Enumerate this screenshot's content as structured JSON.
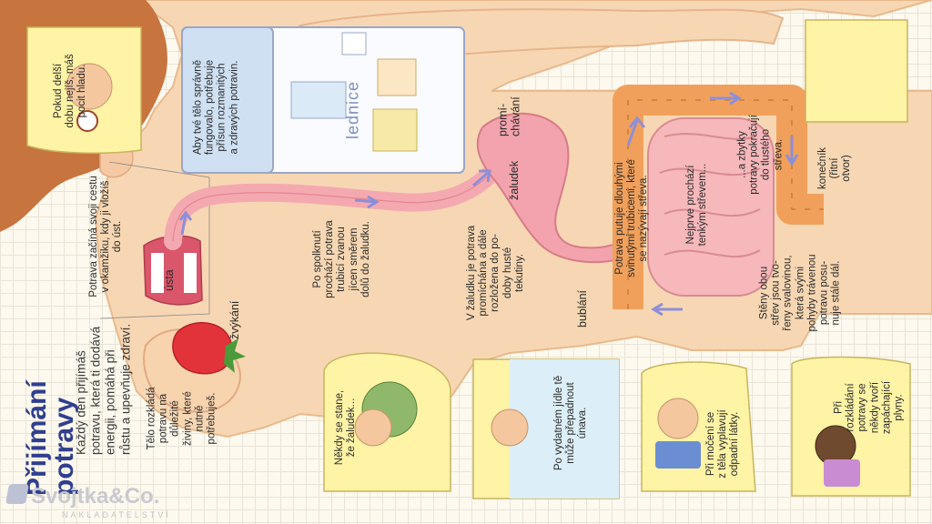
{
  "title": "Přijímání\npotravy",
  "intro": "Každý den přijímáš\npotravu, která ti dodává\nenergii, pomáhá při\nrůstu a upevňuje zdraví.",
  "nutrients": "Tělo rozkládá\npotravu na\ndůležité\nživiny, které\nnutně\npotřebuješ.",
  "hunger": "Pokud delší\ndobu nejíš, máš\npocit hladu.",
  "journey_start": "Potrava začíná svoji cestu\nv okamžiku, kdy ji vložíš\ndo úst.",
  "fridge_text": "Aby tvé tělo správně\nfungovalo, potřebuje\npřísun rozmanitých\na zdravých potravin.",
  "swallow": "Po spolknutí\nprochází potrava\ntrubicí zvanou\njícen směrem\ndolů do žaludku.",
  "stomach_text": "V žaludku je potrava\npromíchána a dále\nrozložena do po-\ndoby husté\ntekutiny.",
  "small_intestine": "Potrava putuje dlouhými\nsvinutými trubicemi, které\nse nazývají střeva.",
  "first_pass": "Nejprve prochází\ntenkým střevem...",
  "leftovers": "...a zbytky\npotravy pokračují\ndo tlustého\nstřeva.",
  "walls": "Stěny obou\nstřev jsou tvo-\nřeny svalovinou,\nkterá svými\npohyby trávenou\npotravu posu-\nnuje stále dál.",
  "stomach_ache": "Někdy se stane,\nže žaludek...",
  "tired": "Po vydatném jídle tě\nmůže přepadnout\núnava.",
  "urine": "Při močení se\nz těla vyplavují\nodpadní látky.",
  "gas": "Při\nrozkládání\npotravy se\nněkdy tvoří\nzapáchající\nplyny.",
  "labels": {
    "mouth": "ústa",
    "chewing": "žvýkání",
    "fridge": "lednice",
    "mixing": "promí-\nchávání",
    "stomach": "žaludek",
    "bubbling": "bublání",
    "anus": "konečník\n(řitní\notvor)"
  },
  "logo": {
    "brand": "Svojtka&Co.",
    "sub": "NAKLADATELSTVÍ"
  },
  "colors": {
    "title": "#2f3f8e",
    "skin": "#f7d7b3",
    "stomach": "#f2a3ad",
    "large_intestine": "#f0a05b",
    "arrows": "#8d8fd8",
    "card": "#fff3a6"
  }
}
